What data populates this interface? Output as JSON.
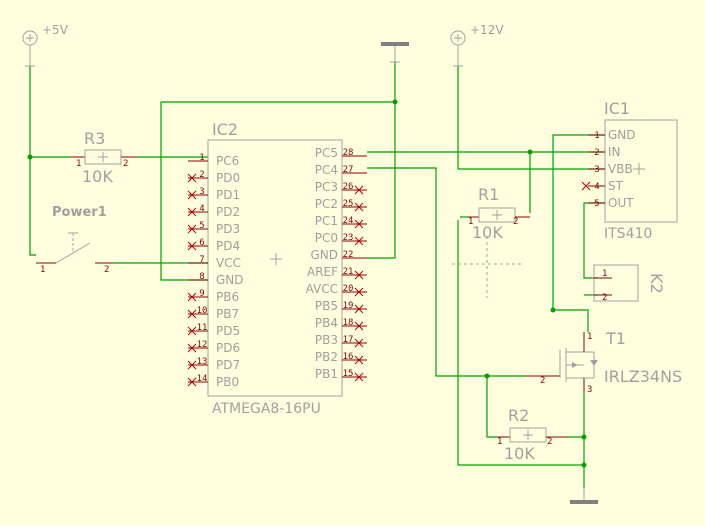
{
  "diagram": {
    "power": {
      "vcc5": "+5V",
      "vcc12": "+12V"
    },
    "ic2": {
      "ref": "IC2",
      "part": "ATMEGA8-16PU",
      "left": [
        {
          "n": "1",
          "name": "PC6"
        },
        {
          "n": "2",
          "name": "PD0"
        },
        {
          "n": "3",
          "name": "PD1"
        },
        {
          "n": "4",
          "name": "PD2"
        },
        {
          "n": "5",
          "name": "PD3"
        },
        {
          "n": "6",
          "name": "PD4"
        },
        {
          "n": "7",
          "name": "VCC"
        },
        {
          "n": "8",
          "name": "GND"
        },
        {
          "n": "9",
          "name": "PB6"
        },
        {
          "n": "10",
          "name": "PB7"
        },
        {
          "n": "11",
          "name": "PD5"
        },
        {
          "n": "12",
          "name": "PD6"
        },
        {
          "n": "13",
          "name": "PD7"
        },
        {
          "n": "14",
          "name": "PB0"
        }
      ],
      "right": [
        {
          "n": "28",
          "name": "PC5"
        },
        {
          "n": "27",
          "name": "PC4"
        },
        {
          "n": "26",
          "name": "PC3"
        },
        {
          "n": "25",
          "name": "PC2"
        },
        {
          "n": "24",
          "name": "PC1"
        },
        {
          "n": "23",
          "name": "PC0"
        },
        {
          "n": "22",
          "name": "GND"
        },
        {
          "n": "21",
          "name": "AREF"
        },
        {
          "n": "20",
          "name": "AVCC"
        },
        {
          "n": "19",
          "name": "PB5"
        },
        {
          "n": "18",
          "name": "PB4"
        },
        {
          "n": "17",
          "name": "PB3"
        },
        {
          "n": "16",
          "name": "PB2"
        },
        {
          "n": "15",
          "name": "PB1"
        }
      ]
    },
    "ic1": {
      "ref": "IC1",
      "part": "ITS410",
      "pins": [
        {
          "n": "1",
          "name": "GND"
        },
        {
          "n": "2",
          "name": "IN"
        },
        {
          "n": "3",
          "name": "VBB"
        },
        {
          "n": "4",
          "name": "ST"
        },
        {
          "n": "5",
          "name": "OUT"
        }
      ]
    },
    "r3": {
      "ref": "R3",
      "value": "10K",
      "p1": "1",
      "p2": "2"
    },
    "r1": {
      "ref": "R1",
      "value": "10K",
      "p1": "1",
      "p2": "2"
    },
    "r2": {
      "ref": "R2",
      "value": "10K",
      "p1": "1",
      "p2": "2"
    },
    "switch": {
      "ref": "Power1",
      "p1": "1",
      "p2": "2"
    },
    "k2": {
      "ref": "K2",
      "p1": "1",
      "p2": "2"
    },
    "t1": {
      "ref": "T1",
      "part": "IRLZ34NS",
      "p1": "1",
      "p2": "2",
      "p3": "3"
    }
  }
}
